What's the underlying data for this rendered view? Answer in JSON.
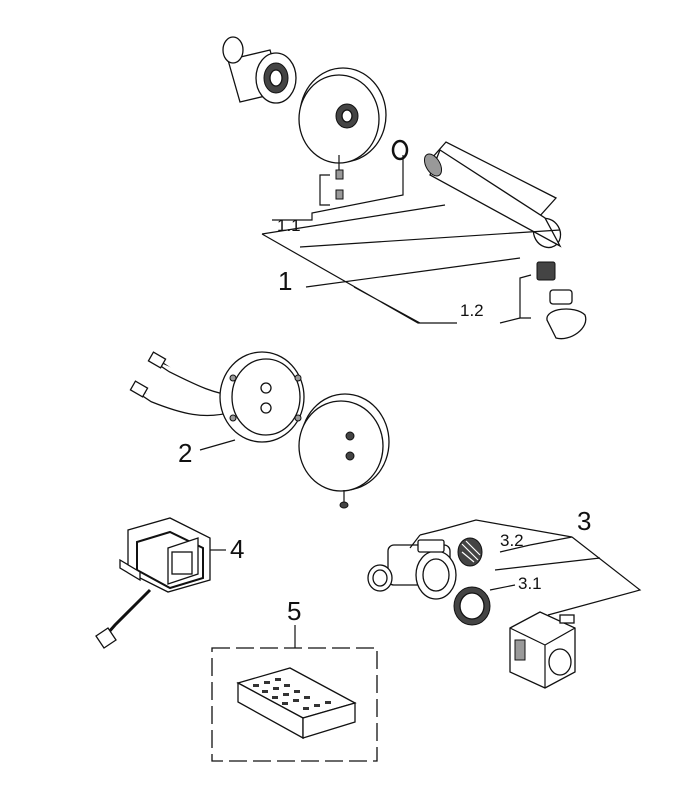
{
  "callouts": {
    "c1": "1",
    "c1_1": "1.1",
    "c1_2": "1.2",
    "c2": "2",
    "c3": "3",
    "c3_1": "3.1",
    "c3_2": "3.2",
    "c4": "4",
    "c5": "5"
  },
  "colors": {
    "line": "#111111",
    "fill": "#ffffff",
    "shade_dark": "#444444",
    "shade_mid": "#999999"
  }
}
